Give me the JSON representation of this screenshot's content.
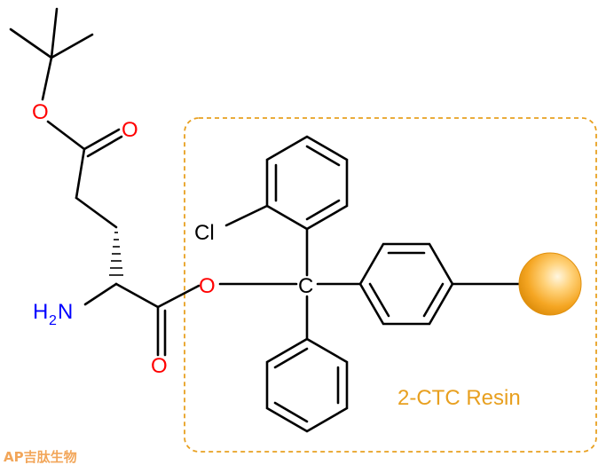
{
  "atoms": {
    "o_ester_top": "O",
    "o_carbonyl_top": "O",
    "n_amine": "H",
    "n_amine_sub": "2",
    "n_amine_N": "N",
    "o_ester_link": "O",
    "o_carbonyl_bottom": "O",
    "cl": "Cl",
    "c_trityl": "C"
  },
  "resin_label": "2-CTC Resin",
  "watermark": "AP吉肽生物",
  "colors": {
    "bond": "#000000",
    "oxygen": "#ff0000",
    "nitrogen": "#0000ff",
    "resin": "#e8a020",
    "bead": "#f5a623",
    "watermark": "#f2a65a"
  }
}
